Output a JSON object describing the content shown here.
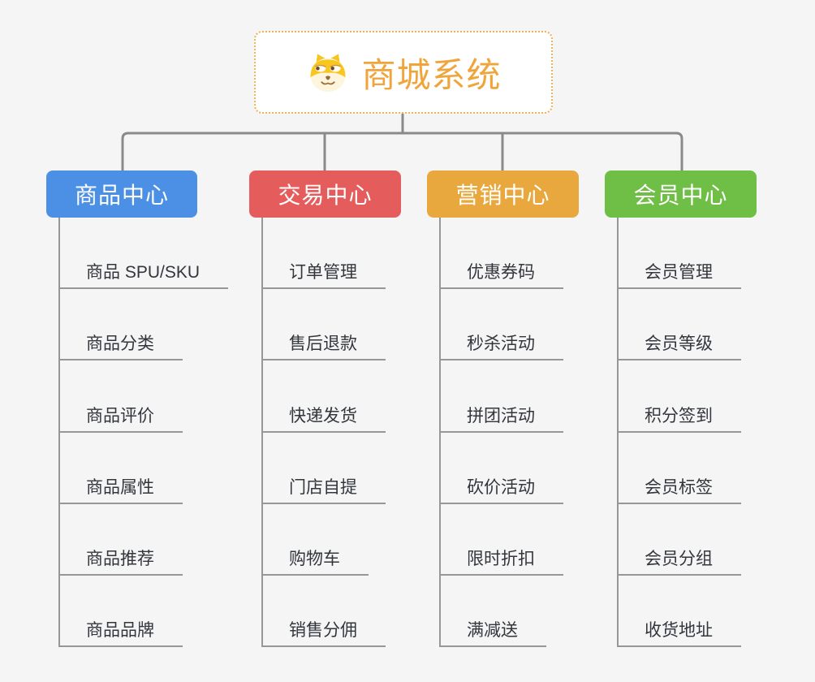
{
  "page": {
    "background": "#F5F5F5"
  },
  "root": {
    "title": "商城系统",
    "icon": "dog-face-icon",
    "text_color": "#EFA53B",
    "border_color": "#F3AF55"
  },
  "connectors": {
    "top_rail_color": "#8A8A8A",
    "branch_line_color": "#979797"
  },
  "branches": [
    {
      "label": "商品中心",
      "color": "#4B90E5",
      "children": [
        "商品 SPU/SKU",
        "商品分类",
        "商品评价",
        "商品属性",
        "商品推荐",
        "商品品牌"
      ]
    },
    {
      "label": "交易中心",
      "color": "#E55C5C",
      "children": [
        "订单管理",
        "售后退款",
        "快递发货",
        "门店自提",
        "购物车",
        "销售分佣"
      ]
    },
    {
      "label": "营销中心",
      "color": "#E9A83E",
      "children": [
        "优惠券码",
        "秒杀活动",
        "拼团活动",
        "砍价活动",
        "限时折扣",
        "满减送"
      ]
    },
    {
      "label": "会员中心",
      "color": "#6FBE45",
      "children": [
        "会员管理",
        "会员等级",
        "积分签到",
        "会员标签",
        "会员分组",
        "收货地址"
      ]
    }
  ]
}
